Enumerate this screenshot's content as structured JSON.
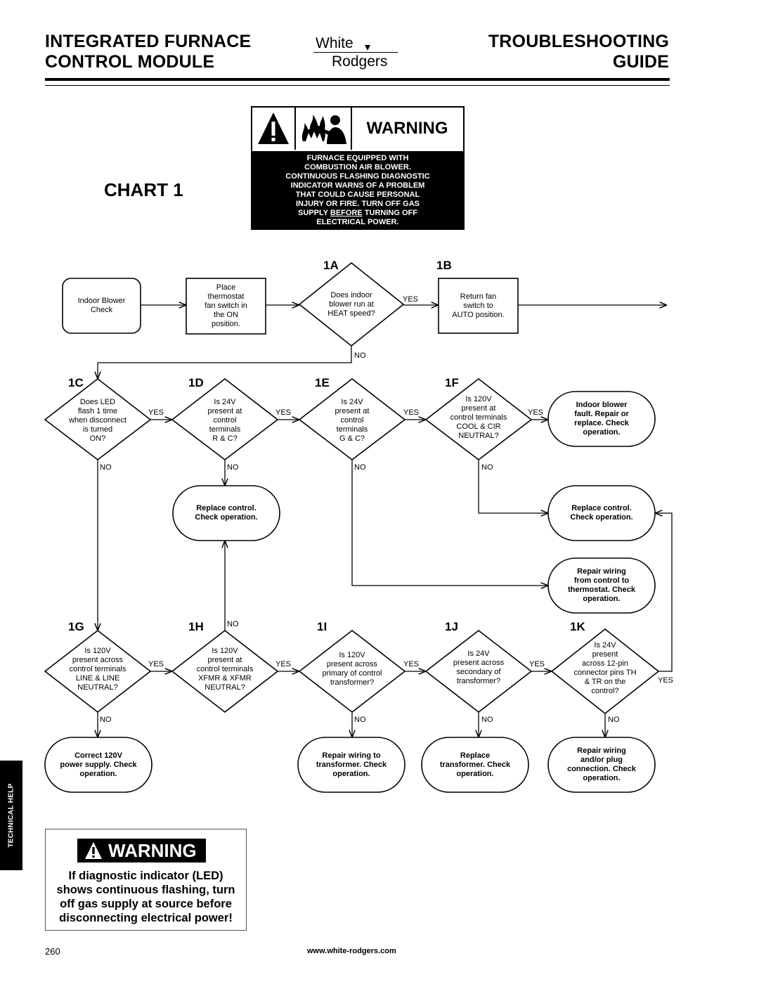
{
  "header": {
    "left_line1": "INTEGRATED FURNACE",
    "left_line2": "CONTROL MODULE",
    "right_line1": "TROUBLESHOOTING",
    "right_line2": "GUIDE",
    "logo_word1": "White",
    "logo_word2": "Rodgers"
  },
  "chart_title": "CHART 1",
  "warning_top": {
    "word": "WARNING",
    "lines": [
      "FURNACE EQUIPPED WITH",
      "COMBUSTION AIR BLOWER.",
      "CONTINUOUS FLASHING DIAGNOSTIC",
      "INDICATOR WARNS OF A PROBLEM",
      "THAT COULD CAUSE PERSONAL",
      "INJURY OR FIRE. TURN OFF GAS"
    ],
    "line7_pre": "SUPPLY ",
    "line7_underlined": "BEFORE",
    "line7_post": " TURNING OFF",
    "line8": "ELECTRICAL POWER."
  },
  "steps": {
    "s1A": "1A",
    "s1B": "1B",
    "s1C": "1C",
    "s1D": "1D",
    "s1E": "1E",
    "s1F": "1F",
    "s1G": "1G",
    "s1H": "1H",
    "s1I": "1I",
    "s1J": "1J",
    "s1K": "1K"
  },
  "nodes": {
    "start": [
      "Indoor Blower",
      "Check"
    ],
    "place": [
      "Place",
      "thermostat",
      "fan switch in",
      "the ON",
      "position."
    ],
    "d1A": [
      "Does indoor",
      "blower run at",
      "HEAT speed?"
    ],
    "return_fan": [
      "Return fan",
      "switch to",
      "AUTO position."
    ],
    "d1C": [
      "Does LED",
      "flash 1 time",
      "when disconnect",
      "is turned",
      "ON?"
    ],
    "d1D": [
      "Is 24V",
      "present at",
      "control",
      "terminals",
      "R & C?"
    ],
    "d1E": [
      "Is 24V",
      "present at",
      "control",
      "terminals",
      "G & C?"
    ],
    "d1F": [
      "Is 120V",
      "present at",
      "control terminals",
      "COOL & CIR",
      "NEUTRAL?"
    ],
    "blower_fault": [
      "Indoor blower",
      "fault. Repair or",
      "replace. Check",
      "operation."
    ],
    "replace_1": [
      "Replace control.",
      "Check operation."
    ],
    "replace_2": [
      "Replace control.",
      "Check operation."
    ],
    "repair_thermo": [
      "Repair wiring",
      "from control to",
      "thermostat. Check",
      "operation."
    ],
    "d1G": [
      "Is 120V",
      "present across",
      "control terminals",
      "LINE & LINE",
      "NEUTRAL?"
    ],
    "d1H": [
      "Is 120V",
      "present at",
      "control terminals",
      "XFMR & XFMR",
      "NEUTRAL?"
    ],
    "d1I": [
      "Is 120V",
      "present across",
      "primary of control",
      "transformer?"
    ],
    "d1J": [
      "Is 24V",
      "present across",
      "secondary of",
      "transformer?"
    ],
    "d1K": [
      "Is 24V",
      "present",
      "across 12-pin",
      "connector pins TH",
      "& TR on the",
      "control?"
    ],
    "correct_120": [
      "Correct 120V",
      "power supply. Check",
      "operation."
    ],
    "repair_xfmr": [
      "Repair wiring to",
      "transformer. Check",
      "operation."
    ],
    "replace_xfmr": [
      "Replace",
      "transformer. Check",
      "operation."
    ],
    "repair_plug": [
      "Repair wiring",
      "and/or plug",
      "connection. Check",
      "operation."
    ]
  },
  "answers": {
    "yes": "YES",
    "no": "NO"
  },
  "side_tab": "TECHNICAL HELP",
  "warning_bottom": {
    "word": "WARNING",
    "message": [
      "If diagnostic indicator (LED)",
      "shows continuous flashing, turn",
      "off gas supply at source before",
      "disconnecting electrical power!"
    ]
  },
  "footer": {
    "page": "260",
    "url": "www.white-rodgers.com"
  }
}
